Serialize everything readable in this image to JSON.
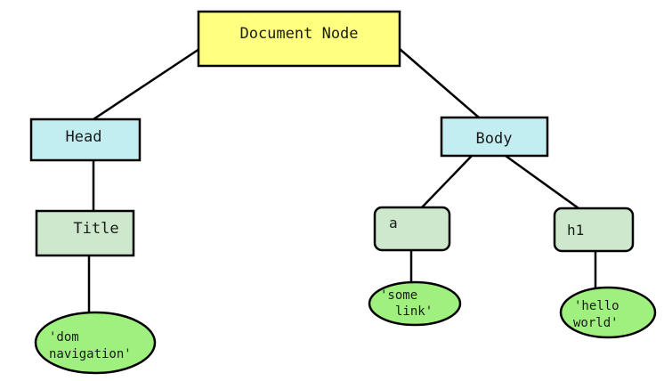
{
  "diagram": {
    "nodes": {
      "document": "Document Node",
      "head": "Head",
      "body": "Body",
      "title": "Title",
      "a": "a",
      "h1": "h1"
    },
    "text_nodes": {
      "dom_navigation": {
        "line1": "'dom",
        "line2": "navigation'"
      },
      "some_link": {
        "line1": "'some",
        "line2": "link'"
      },
      "hello_world": {
        "line1": "'hello",
        "line2": "world'"
      }
    }
  },
  "colors": {
    "document_fill": "#ffff80",
    "head_body_fill": "#c2eef2",
    "element_fill": "#cde8cc",
    "text_node_fill": "#a0f080",
    "stroke": "#000000"
  }
}
